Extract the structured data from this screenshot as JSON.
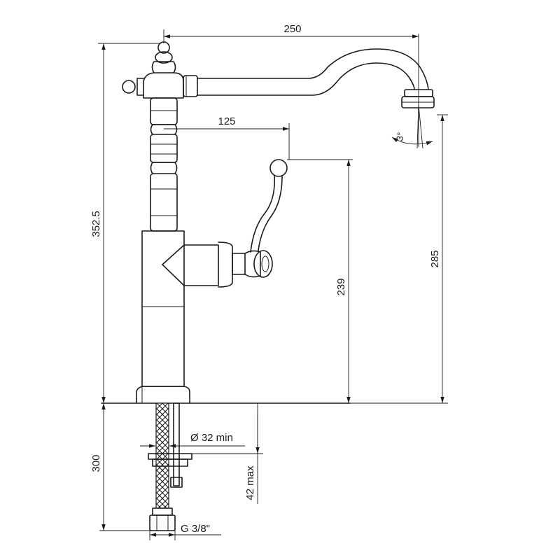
{
  "dimensions": {
    "spout_reach": "250",
    "handle_reach": "125",
    "total_height": "352.5",
    "spout_height": "285",
    "handle_height": "239",
    "spout_angle": "3°",
    "below_deck": "300",
    "hole_diameter": "Ø 32 min",
    "deck_thickness": "42 max",
    "connection": "G 3/8\""
  },
  "colors": {
    "line": "#1a1a1a",
    "background": "#ffffff"
  }
}
